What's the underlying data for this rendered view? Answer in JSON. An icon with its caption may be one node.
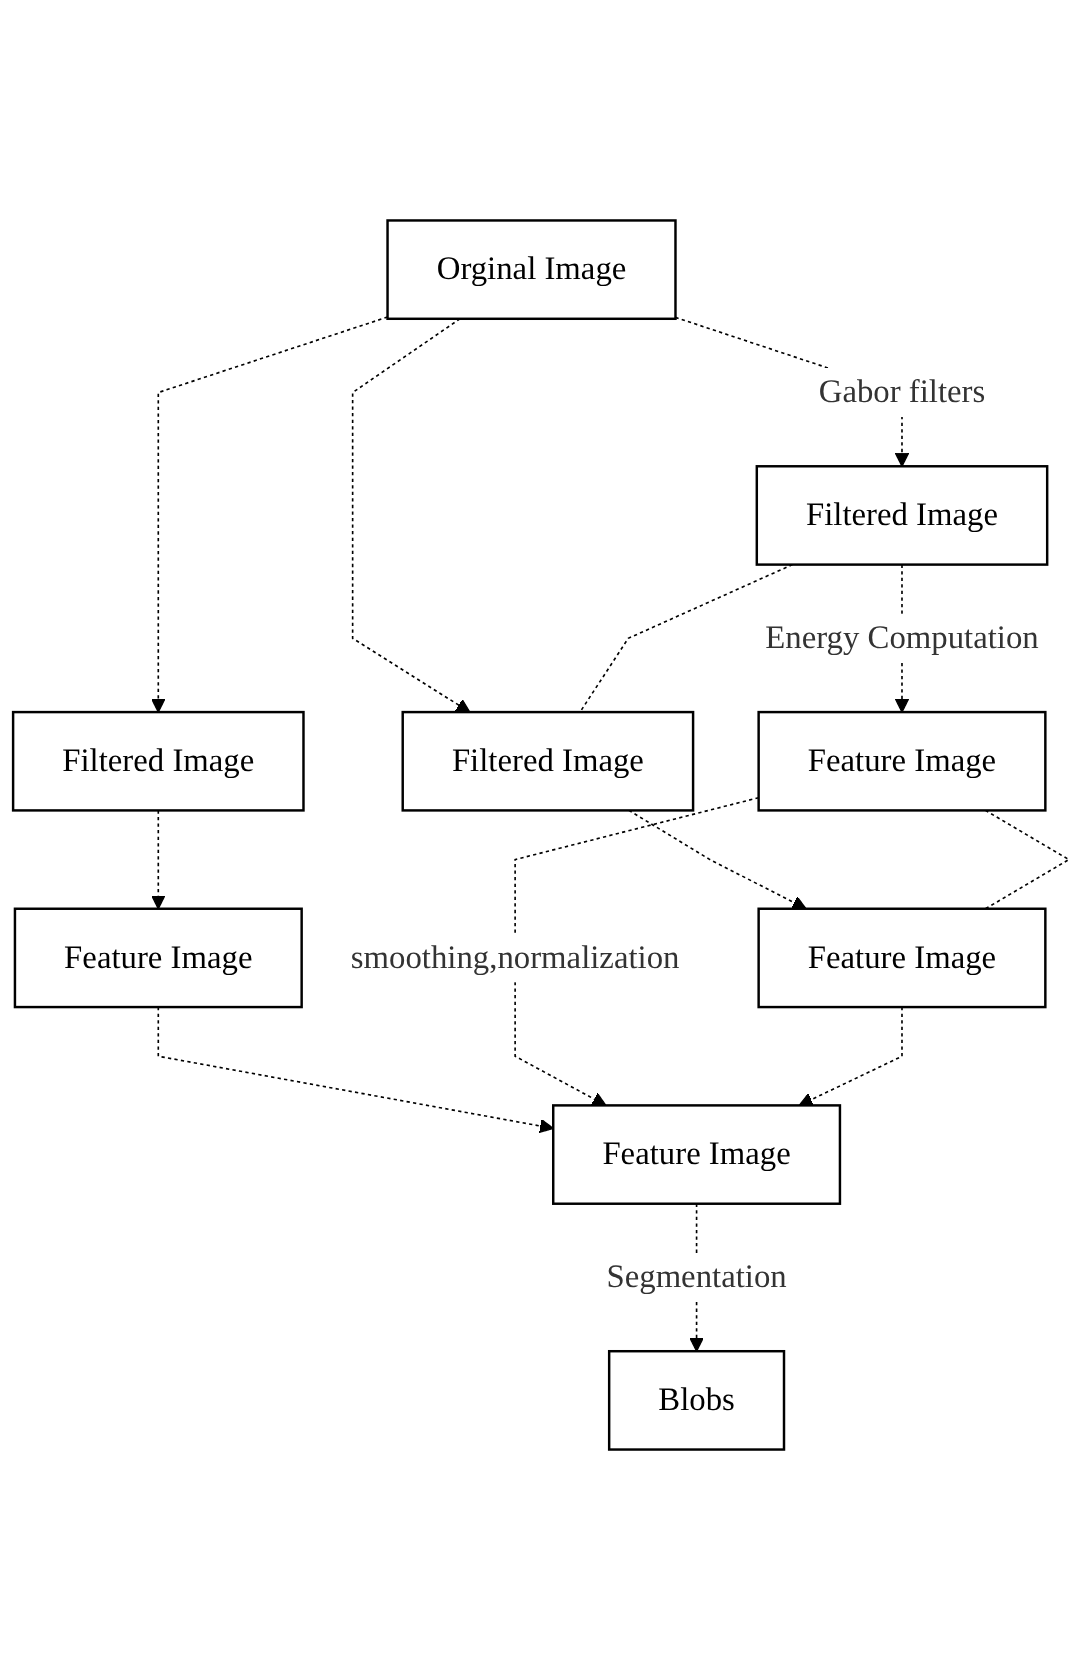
{
  "diagram": {
    "nodes": [
      {
        "text": [
          "Orginal Image"
        ]
      },
      {
        "text": [
          "Filtered Image"
        ]
      },
      {
        "text": [
          "Filtered Image"
        ]
      },
      {
        "text": [
          "Filtered Image"
        ]
      },
      {
        "text": [
          "Feature Image"
        ]
      },
      {
        "text": [
          "Feature Image"
        ]
      },
      {
        "text": [
          "Feature Image"
        ]
      },
      {
        "text": [
          "Feature Image"
        ]
      },
      {
        "text": [
          "Blobs"
        ]
      }
    ],
    "edges": [
      {
        "from": 0,
        "to": 1,
        "arrow": "to",
        "style": "dashed"
      },
      {
        "from": 0,
        "to": 2,
        "arrow": "to",
        "style": "dashed",
        "label": "Gabor filters"
      },
      {
        "from": 0,
        "to": 3,
        "arrow": "to",
        "style": "dashed"
      },
      {
        "from": 2,
        "to": 3,
        "arrow": "none",
        "style": "dashed"
      },
      {
        "from": 1,
        "to": 4,
        "arrow": "to",
        "style": "dashed"
      },
      {
        "from": 2,
        "to": 5,
        "arrow": "to",
        "style": "dashed",
        "label": "Energy Computation"
      },
      {
        "from": 3,
        "to": 6,
        "arrow": "to",
        "style": "dashed"
      },
      {
        "from": 5,
        "to": 6,
        "arrow": "none",
        "style": "dashed"
      },
      {
        "from": 4,
        "to": 7,
        "arrow": "to",
        "style": "dashed"
      },
      {
        "from": 5,
        "to": 7,
        "arrow": "to",
        "style": "dashed",
        "label": "smoothing,normalization"
      },
      {
        "from": 6,
        "to": 7,
        "arrow": "to",
        "style": "dashed"
      },
      {
        "from": 7,
        "to": 8,
        "arrow": "to",
        "style": "dashed",
        "label": "Segmentation"
      }
    ]
  }
}
